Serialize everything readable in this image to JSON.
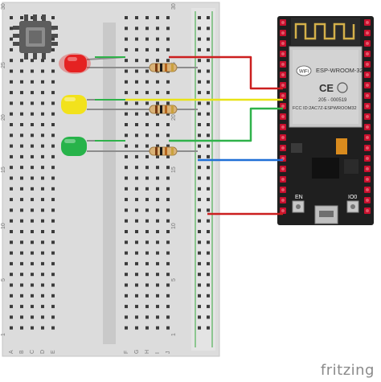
{
  "breadboard": {
    "row_numbers": [
      "30",
      "25",
      "20",
      "15",
      "10",
      "5",
      "1"
    ],
    "column_letters": [
      "A",
      "B",
      "C",
      "D",
      "E",
      "F",
      "G",
      "H",
      "I",
      "J"
    ]
  },
  "esp32": {
    "module_name": "ESP-WROOM-32",
    "wifi_badge": "WiFi",
    "cert_mark": "CE",
    "code_1": "205 - 000519",
    "code_2": "FCC ID:2AC7Z-ESPWROOM32",
    "button_en": "EN",
    "button_boot": "IO0"
  },
  "leds": [
    {
      "color_name": "red",
      "color": "#e52222"
    },
    {
      "color_name": "yellow",
      "color": "#f2e21c"
    },
    {
      "color_name": "green",
      "color": "#27b34a"
    }
  ],
  "wires": {
    "red": "#cc1f1f",
    "yellow": "#e8e317",
    "green": "#2fb24a",
    "blue": "#1f6fd6"
  },
  "branding": {
    "text": "fritzing"
  }
}
